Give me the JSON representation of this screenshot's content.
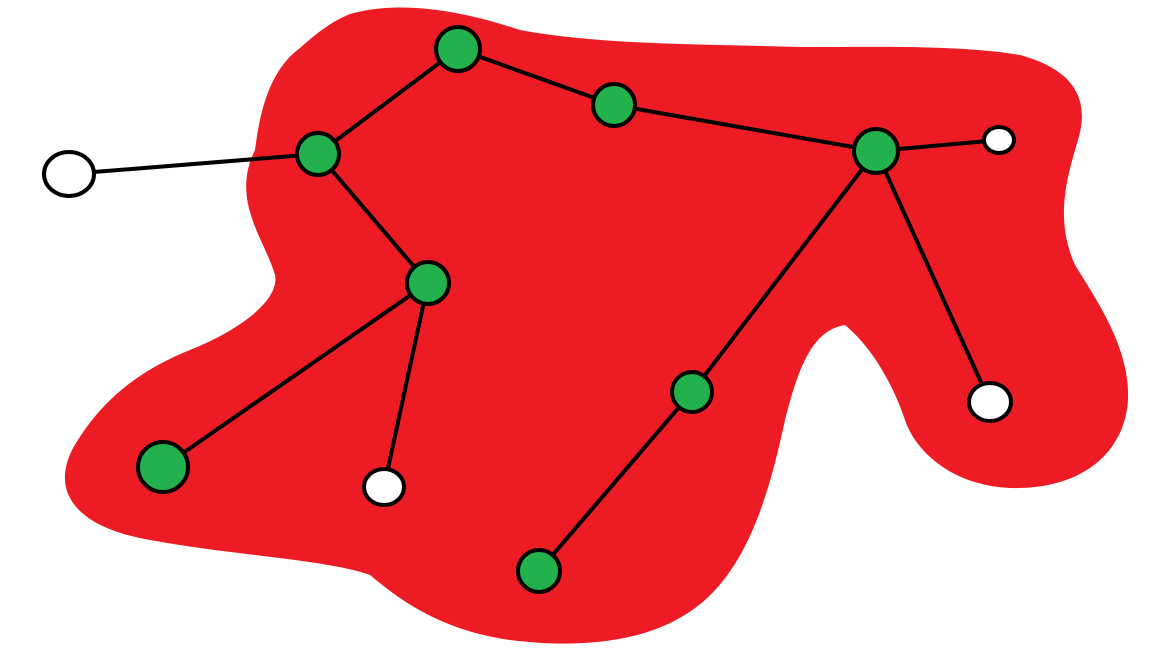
{
  "diagram": {
    "kind": "graph",
    "region_color": "#ED1C24",
    "edge_color": "#000000",
    "node_colors": {
      "green": "#22B14C",
      "white": "#FFFFFF"
    },
    "nodes": [
      {
        "id": "n1",
        "color": "green"
      },
      {
        "id": "n2",
        "color": "green"
      },
      {
        "id": "n3",
        "color": "green"
      },
      {
        "id": "n4",
        "color": "white"
      },
      {
        "id": "n5",
        "color": "green"
      },
      {
        "id": "n6",
        "color": "green"
      },
      {
        "id": "n7",
        "color": "white"
      },
      {
        "id": "n8",
        "color": "green"
      },
      {
        "id": "n9",
        "color": "white"
      },
      {
        "id": "n10",
        "color": "white"
      },
      {
        "id": "n11",
        "color": "green"
      },
      {
        "id": "n12",
        "color": "green"
      }
    ],
    "edges": [
      [
        "n4",
        "n3"
      ],
      [
        "n3",
        "n1"
      ],
      [
        "n1",
        "n2"
      ],
      [
        "n2",
        "n8"
      ],
      [
        "n8",
        "n9"
      ],
      [
        "n8",
        "n10"
      ],
      [
        "n8",
        "n11"
      ],
      [
        "n11",
        "n12"
      ],
      [
        "n3",
        "n5"
      ],
      [
        "n5",
        "n6"
      ],
      [
        "n5",
        "n7"
      ]
    ]
  }
}
